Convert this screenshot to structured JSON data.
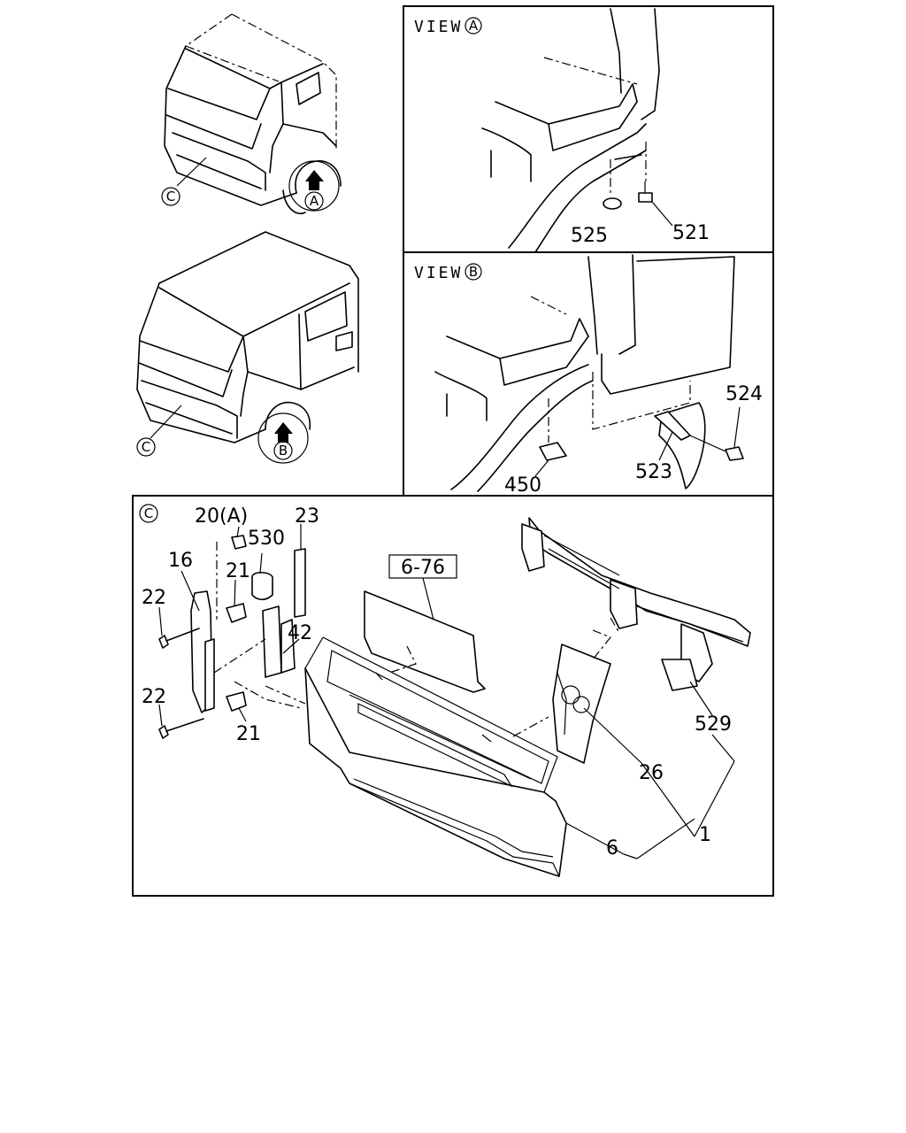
{
  "views": {
    "a": {
      "word": "VIEW",
      "letter": "A"
    },
    "b": {
      "word": "VIEW",
      "letter": "B"
    },
    "c": {
      "letter": "C"
    }
  },
  "truck_callouts": {
    "top_c": "C",
    "top_a": "A",
    "bottom_c": "C",
    "bottom_b": "B"
  },
  "parts": {
    "p525": "525",
    "p521": "521",
    "p524": "524",
    "p523": "523",
    "p450": "450",
    "p20a": "20(A)",
    "p530": "530",
    "p23": "23",
    "p16": "16",
    "p21_top": "21",
    "p22_top": "22",
    "p42": "42",
    "p22_bot": "22",
    "p21_bot": "21",
    "ref_6_76": "6-76",
    "p529": "529",
    "p26": "26",
    "p6": "6",
    "p1": "1"
  }
}
